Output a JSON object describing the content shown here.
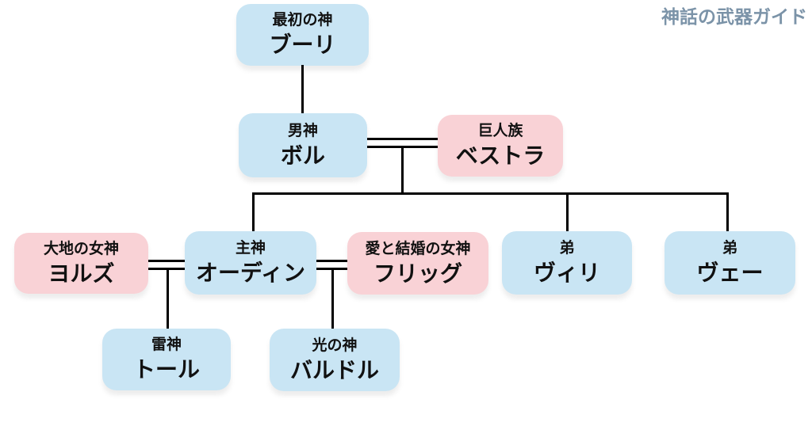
{
  "watermark": "神話の武器ガイド",
  "colors": {
    "blue": "#c9e5f4",
    "pink": "#f9d2d6",
    "line": "#000000",
    "text": "#111111",
    "watermark": "#7b93a8",
    "background": "#ffffff"
  },
  "nodes": {
    "buri": {
      "title": "最初の神",
      "name": "ブーリ",
      "color": "blue"
    },
    "bor": {
      "title": "男神",
      "name": "ボル",
      "color": "blue"
    },
    "bestla": {
      "title": "巨人族",
      "name": "ベストラ",
      "color": "pink"
    },
    "jord": {
      "title": "大地の女神",
      "name": "ヨルズ",
      "color": "pink"
    },
    "odin": {
      "title": "主神",
      "name": "オーディン",
      "color": "blue"
    },
    "frigg": {
      "title": "愛と結婚の女神",
      "name": "フリッグ",
      "color": "pink"
    },
    "vili": {
      "title": "弟",
      "name": "ヴィリ",
      "color": "blue"
    },
    "ve": {
      "title": "弟",
      "name": "ヴェー",
      "color": "blue"
    },
    "thor": {
      "title": "雷神",
      "name": "トール",
      "color": "blue"
    },
    "baldr": {
      "title": "光の神",
      "name": "バルドル",
      "color": "blue"
    }
  },
  "relations": {
    "parent_child": [
      {
        "parents": [
          "ブーリ"
        ],
        "children": [
          "ボル"
        ]
      },
      {
        "parents": [
          "ボル",
          "ベストラ"
        ],
        "children": [
          "オーディン",
          "ヴィリ",
          "ヴェー"
        ]
      },
      {
        "parents": [
          "ヨルズ",
          "オーディン"
        ],
        "children": [
          "トール"
        ]
      },
      {
        "parents": [
          "オーディン",
          "フリッグ"
        ],
        "children": [
          "バルドル"
        ]
      }
    ],
    "marriages": [
      [
        "ボル",
        "ベストラ"
      ],
      [
        "ヨルズ",
        "オーディン"
      ],
      [
        "オーディン",
        "フリッグ"
      ]
    ]
  }
}
